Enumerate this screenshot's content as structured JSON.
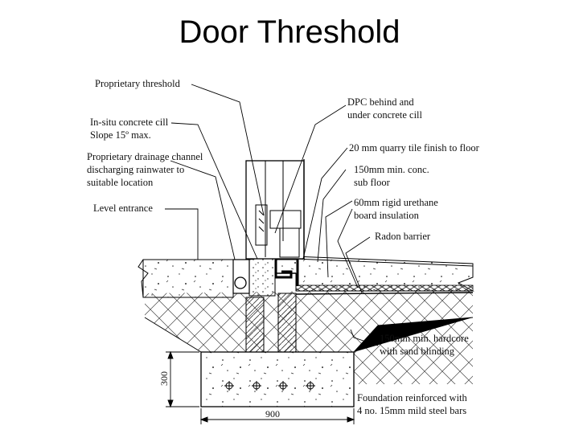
{
  "title": "Door Threshold",
  "labels": {
    "proprietary_threshold": "Proprietary threshold",
    "insitu_cill_1": "In-situ concrete cill",
    "insitu_cill_2": "Slope 15º max.",
    "drainage_1": "Proprietary drainage channel",
    "drainage_2": "discharging  rainwater to",
    "drainage_3": "suitable location",
    "level_entrance": "Level entrance",
    "dpc_1": "DPC behind and",
    "dpc_2": "under concrete cill",
    "quarry_tile": "20 mm quarry tile finish to floor",
    "subfloor_1": "150mm min. conc.",
    "subfloor_2": "sub floor",
    "insulation_1": "60mm  rigid urethane",
    "insulation_2": "board insulation",
    "radon": "Radon barrier",
    "hardcore_1": "150mm min. hardcore",
    "hardcore_2": "with sand blinding",
    "foundation_1": "Foundation reinforced with",
    "foundation_2": "4 no. 15mm mild steel bars"
  },
  "dimensions": {
    "height": "300",
    "width": "900"
  }
}
